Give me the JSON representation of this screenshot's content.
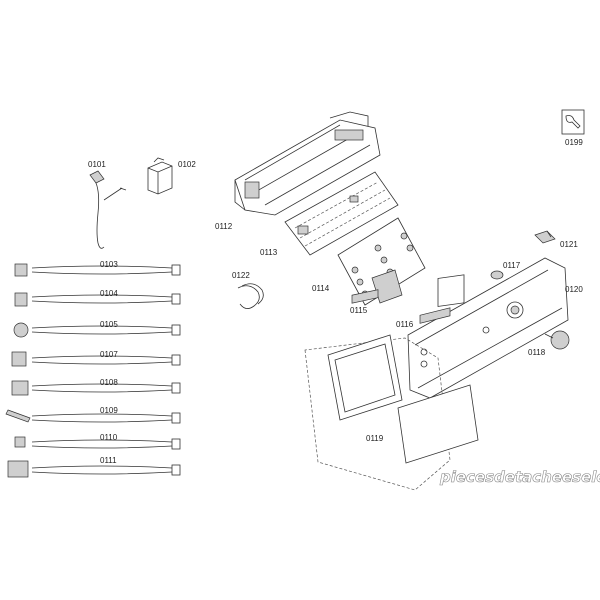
{
  "labels": {
    "p0101": "0101",
    "p0102": "0102",
    "p0103": "0103",
    "p0104": "0104",
    "p0105": "0105",
    "p0107": "0107",
    "p0108": "0108",
    "p0109": "0109",
    "p0110": "0110",
    "p0111": "0111",
    "p0112": "0112",
    "p0113": "0113",
    "p0114": "0114",
    "p0115": "0115",
    "p0116": "0116",
    "p0117": "0117",
    "p0118": "0118",
    "p0119": "0119",
    "p0120": "0120",
    "p0121": "0121",
    "p0122": "0122",
    "p0199": "0199"
  },
  "watermark": "piecesdetacheeselec.com",
  "colors": {
    "line": "#333333",
    "part_fill": "#ffffff",
    "shade": "#cfcfcf",
    "watermark_fill": "#ffffff",
    "watermark_stroke": "#8a8a8a"
  }
}
